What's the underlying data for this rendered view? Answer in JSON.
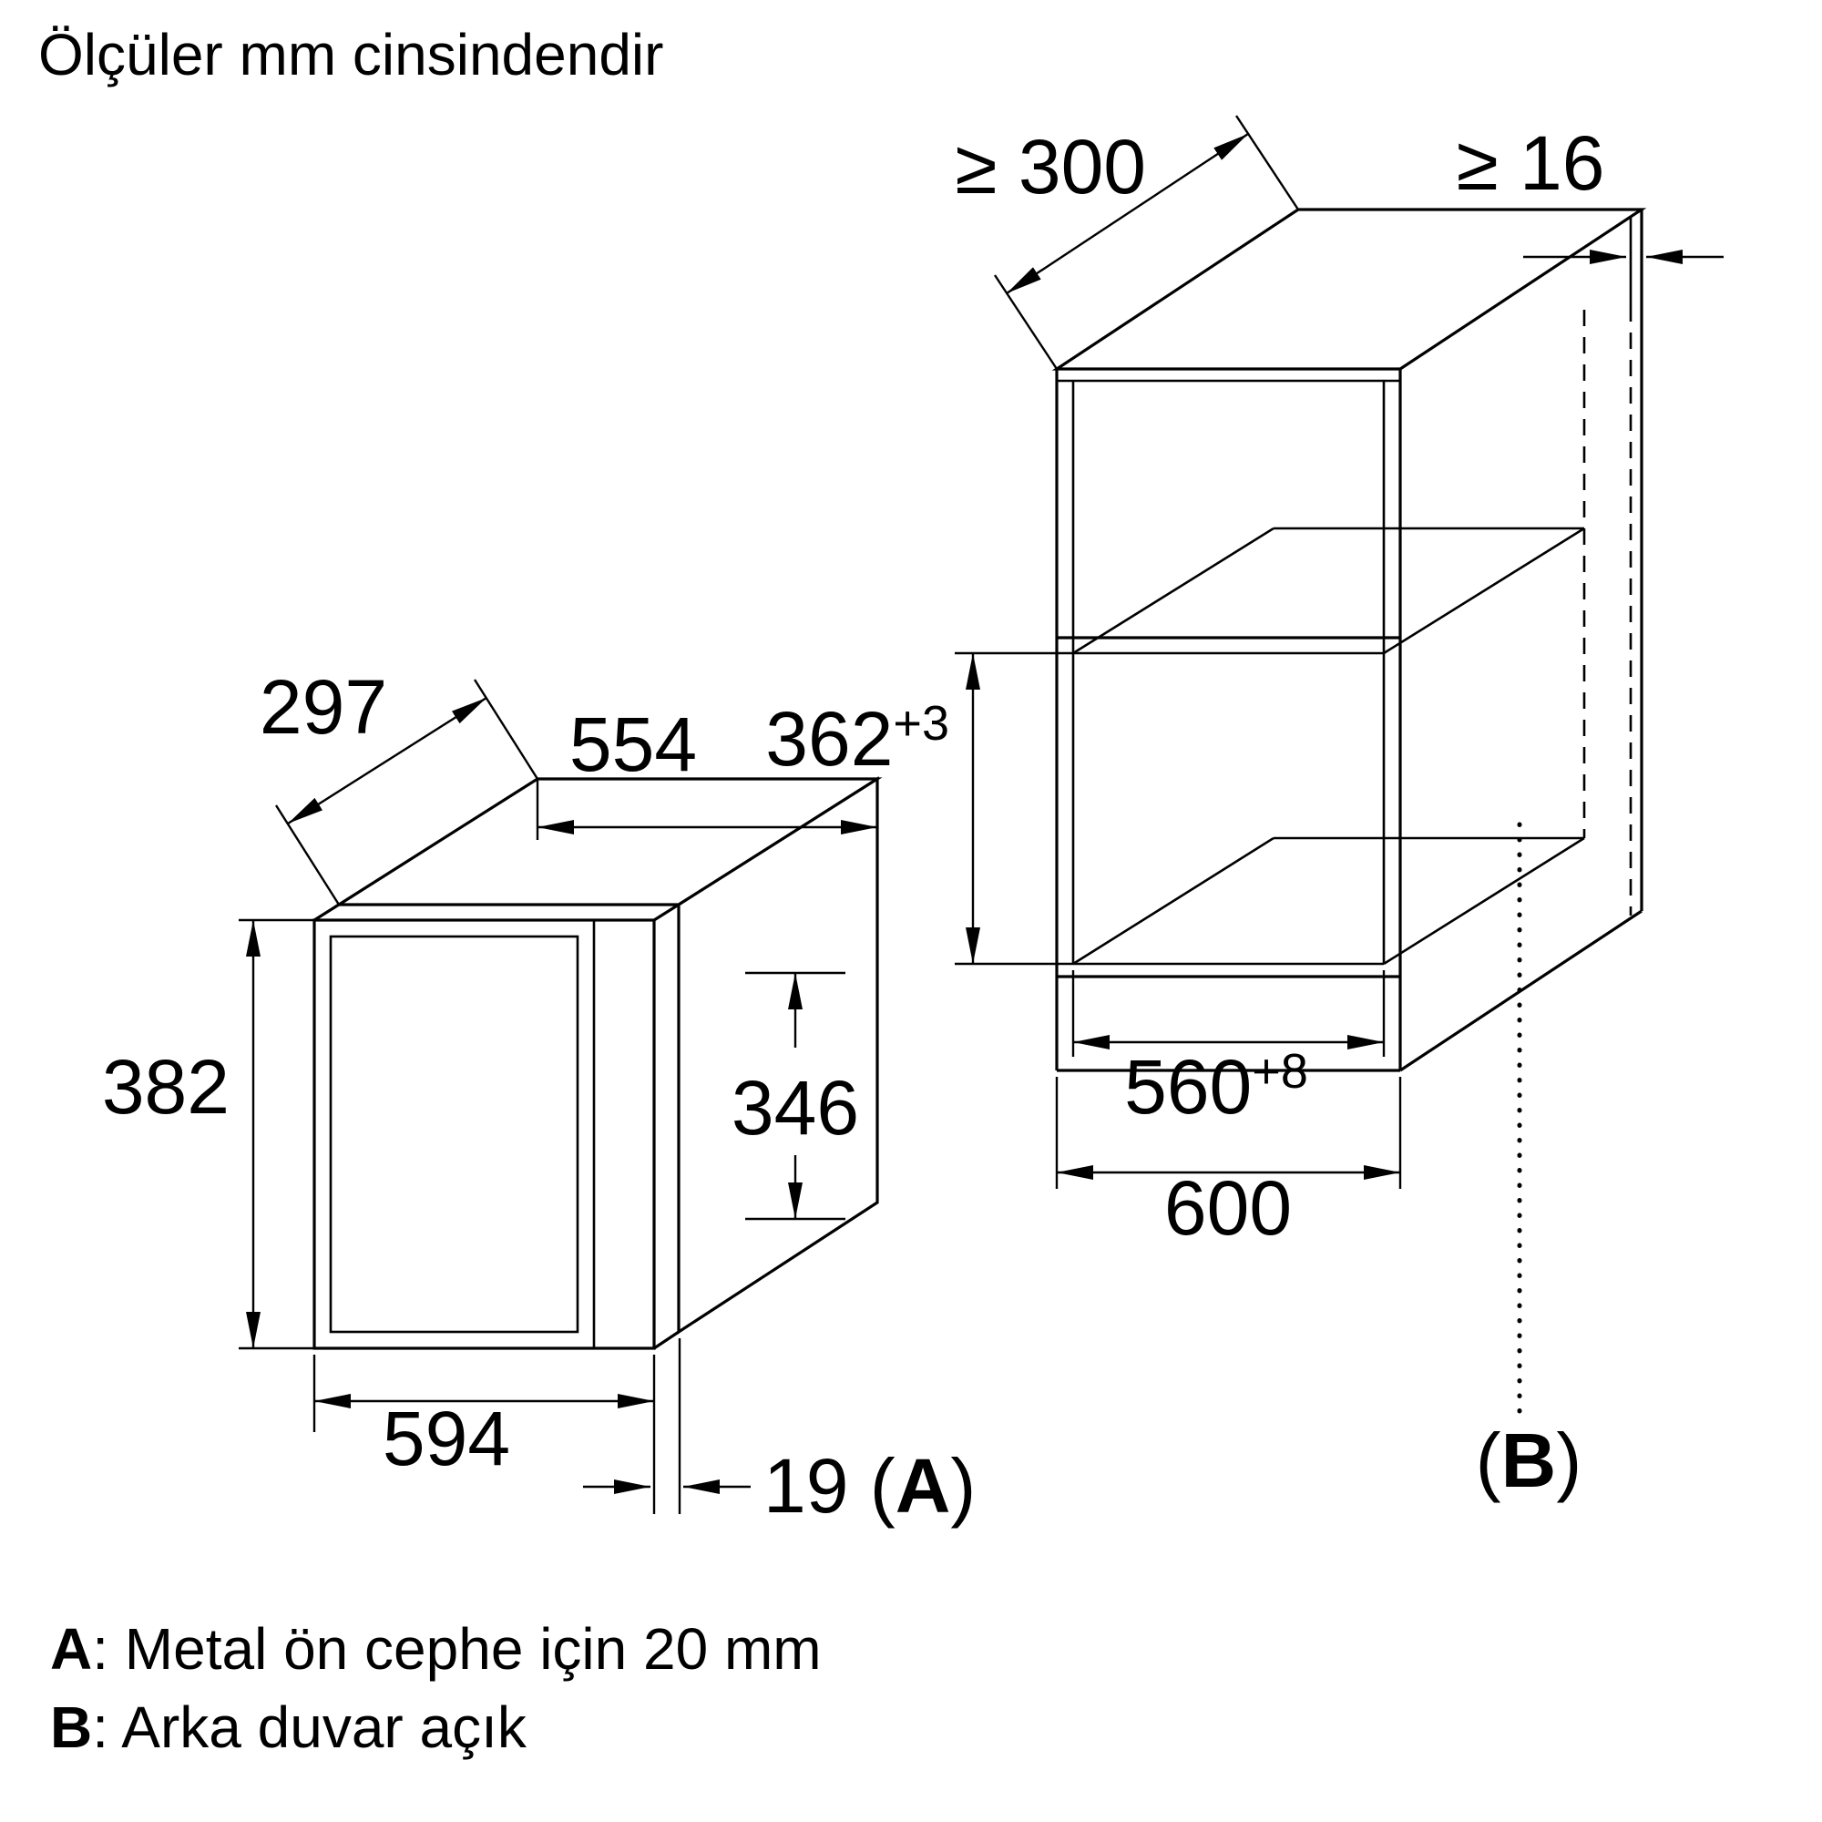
{
  "title": "Ölçüler mm cinsindendir",
  "colors": {
    "line": "#000000",
    "background": "#ffffff"
  },
  "appliance_dims": {
    "depth": "297",
    "body_width": "554",
    "door_height": "382",
    "body_height": "346",
    "door_width": "594",
    "door_protrusion_prefix": "19 (",
    "door_protrusion_letter": "A",
    "door_protrusion_suffix": ")"
  },
  "niche_dims": {
    "min_depth": "≥ 300",
    "min_panel_thickness": "≥ 16",
    "niche_height": "362",
    "niche_height_tol": "+3",
    "niche_width": "560",
    "niche_width_tol": "+8",
    "cabinet_width": "600",
    "back_label_open": "(",
    "back_label_letter": "B",
    "back_label_close": ")"
  },
  "legend": {
    "a_letter": "A",
    "a_text": ": Metal ön cephe için 20 mm",
    "b_letter": "B",
    "b_text": ": Arka duvar açık"
  }
}
